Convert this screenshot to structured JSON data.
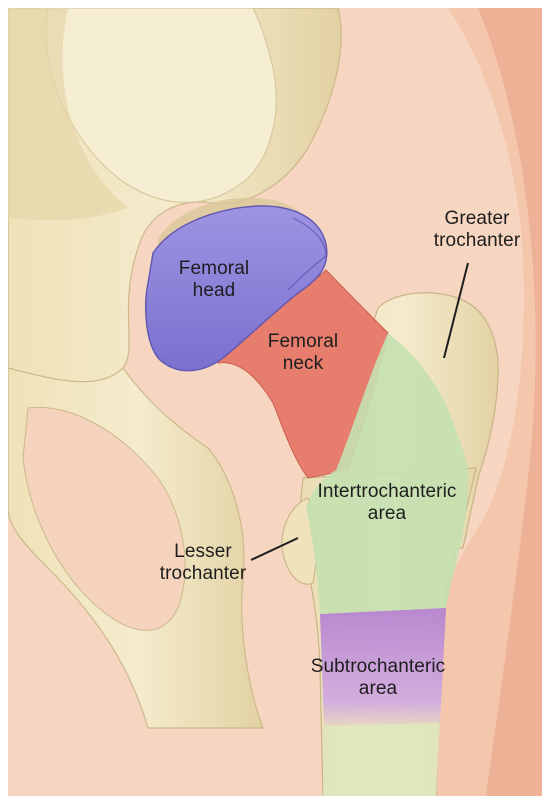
{
  "labels": {
    "femoral_head": {
      "line1": "Femoral",
      "line2": "head"
    },
    "femoral_neck": {
      "line1": "Femoral",
      "line2": "neck"
    },
    "greater_trochanter": {
      "line1": "Greater",
      "line2": "trochanter"
    },
    "intertrochanteric_area": {
      "line1": "Intertrochanteric",
      "line2": "area"
    },
    "lesser_trochanter": {
      "line1": "Lesser",
      "line2": "trochanter"
    },
    "subtrochanteric_area": {
      "line1": "Subtrochanteric",
      "line2": "area"
    }
  },
  "colors": {
    "skin": "#f5cdb5",
    "skin_shade": "#e8a88c",
    "bone": "#f1e6c3",
    "bone_shadow": "#d8c99c",
    "femoral_head": "#8a7fd8",
    "femoral_neck": "#e87a6a",
    "intertrochanteric": "#c6e0b2",
    "subtrochanteric": "#c79bd6",
    "leader_line": "#1e1e1e"
  }
}
